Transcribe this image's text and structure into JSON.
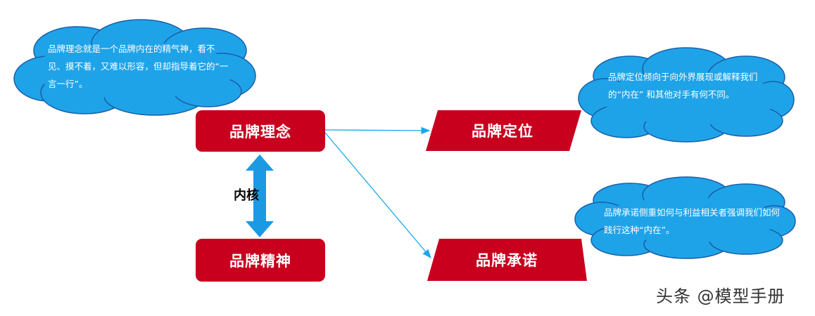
{
  "colors": {
    "red_box": "#c8001e",
    "cloud_fill": "#1fa3e8",
    "cloud_stroke": "#1a5ea8",
    "arrow_line": "#19a7e8",
    "core_arrow": "#1b9ae3"
  },
  "nodes": {
    "brand_concept": "品牌理念",
    "brand_spirit": "品牌精神",
    "brand_positioning": "品牌定位",
    "brand_promise": "品牌承诺"
  },
  "core_label": "内核",
  "clouds": {
    "concept_note": "品牌理念就是一个品牌内在的精气神，看不见、摸不着，又难以形容，但却指导着它的“一言一行”。",
    "positioning_note": "品牌定位倾向于向外界展现或解释我们的“内在” 和其他对手有何不同。",
    "promise_note": "品牌承诺侧重如何与利益相关者强调我们如何践行这种“内在”。"
  },
  "watermark": "头条 @模型手册"
}
